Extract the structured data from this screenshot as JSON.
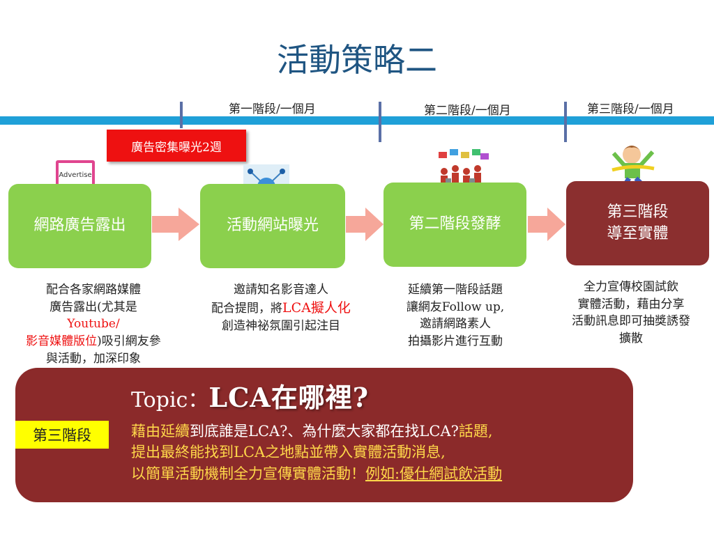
{
  "title": "活動策略二",
  "phases": [
    "第一階段/一個月",
    "第二階段/一個月",
    "第三階段/一個月"
  ],
  "ad_tag": "廣告密集曝光2週",
  "icons": {
    "step1": "laptop-advertise-icon",
    "step1_text": "Advertise",
    "step2": "network-globe-icon",
    "step3": "crowd-signs-icon",
    "step4": "happy-runner-icon"
  },
  "steps": [
    {
      "label": "網路廣告露出"
    },
    {
      "label": "活動網站曝光"
    },
    {
      "label": "第二階段發酵"
    },
    {
      "label_line1": "第三階段",
      "label_line2": "導至實體"
    }
  ],
  "descriptions": {
    "d1": {
      "line1": "配合各家網路媒體",
      "line2": "廣告露出(尤其是",
      "line3": "Youtube/",
      "line4_red": "影音媒體版位",
      "line4_rest": ")吸引網友參",
      "line5": "與活動，加深印象"
    },
    "d2": {
      "line1": "邀請知名影音達人",
      "line2_pre": "配合提問，將",
      "line2_red": "LCA擬人化",
      "line3": "創造神祕氛圍引起注目"
    },
    "d3": {
      "line1": "延續第一階段話題",
      "line2": "讓網友Follow up,",
      "line3": "邀請網路素人",
      "line4": "拍攝影片進行互動"
    },
    "d4": {
      "line1": "全力宣傳校園試飲",
      "line2": "實體活動，藉由分享",
      "line3": "活動訊息即可抽獎誘發",
      "line4": "擴散"
    }
  },
  "topic": {
    "prefix": "Topic：",
    "main": "LCA在哪裡?"
  },
  "stage_label": "第三階段",
  "panel": {
    "line1_gold": "藉由延續",
    "line1_rest": "到底誰是LCA?、為什麼大家都在找LCA?",
    "line1_end": "話題,",
    "line2": "提出最終能找到LCA之地點並帶入實體活動消息,",
    "line3_pre": "以簡單活動機制全力宣傳實體活動！",
    "line3_link": "例如:優仕網試飲活動"
  },
  "colors": {
    "title": "#1f5582",
    "timeline": "#1fa0d8",
    "green": "#8bd04d",
    "maroon": "#8b2f2f",
    "arrow": "#f6a79a",
    "red": "#ee1111",
    "highlight": "#ffff00"
  }
}
